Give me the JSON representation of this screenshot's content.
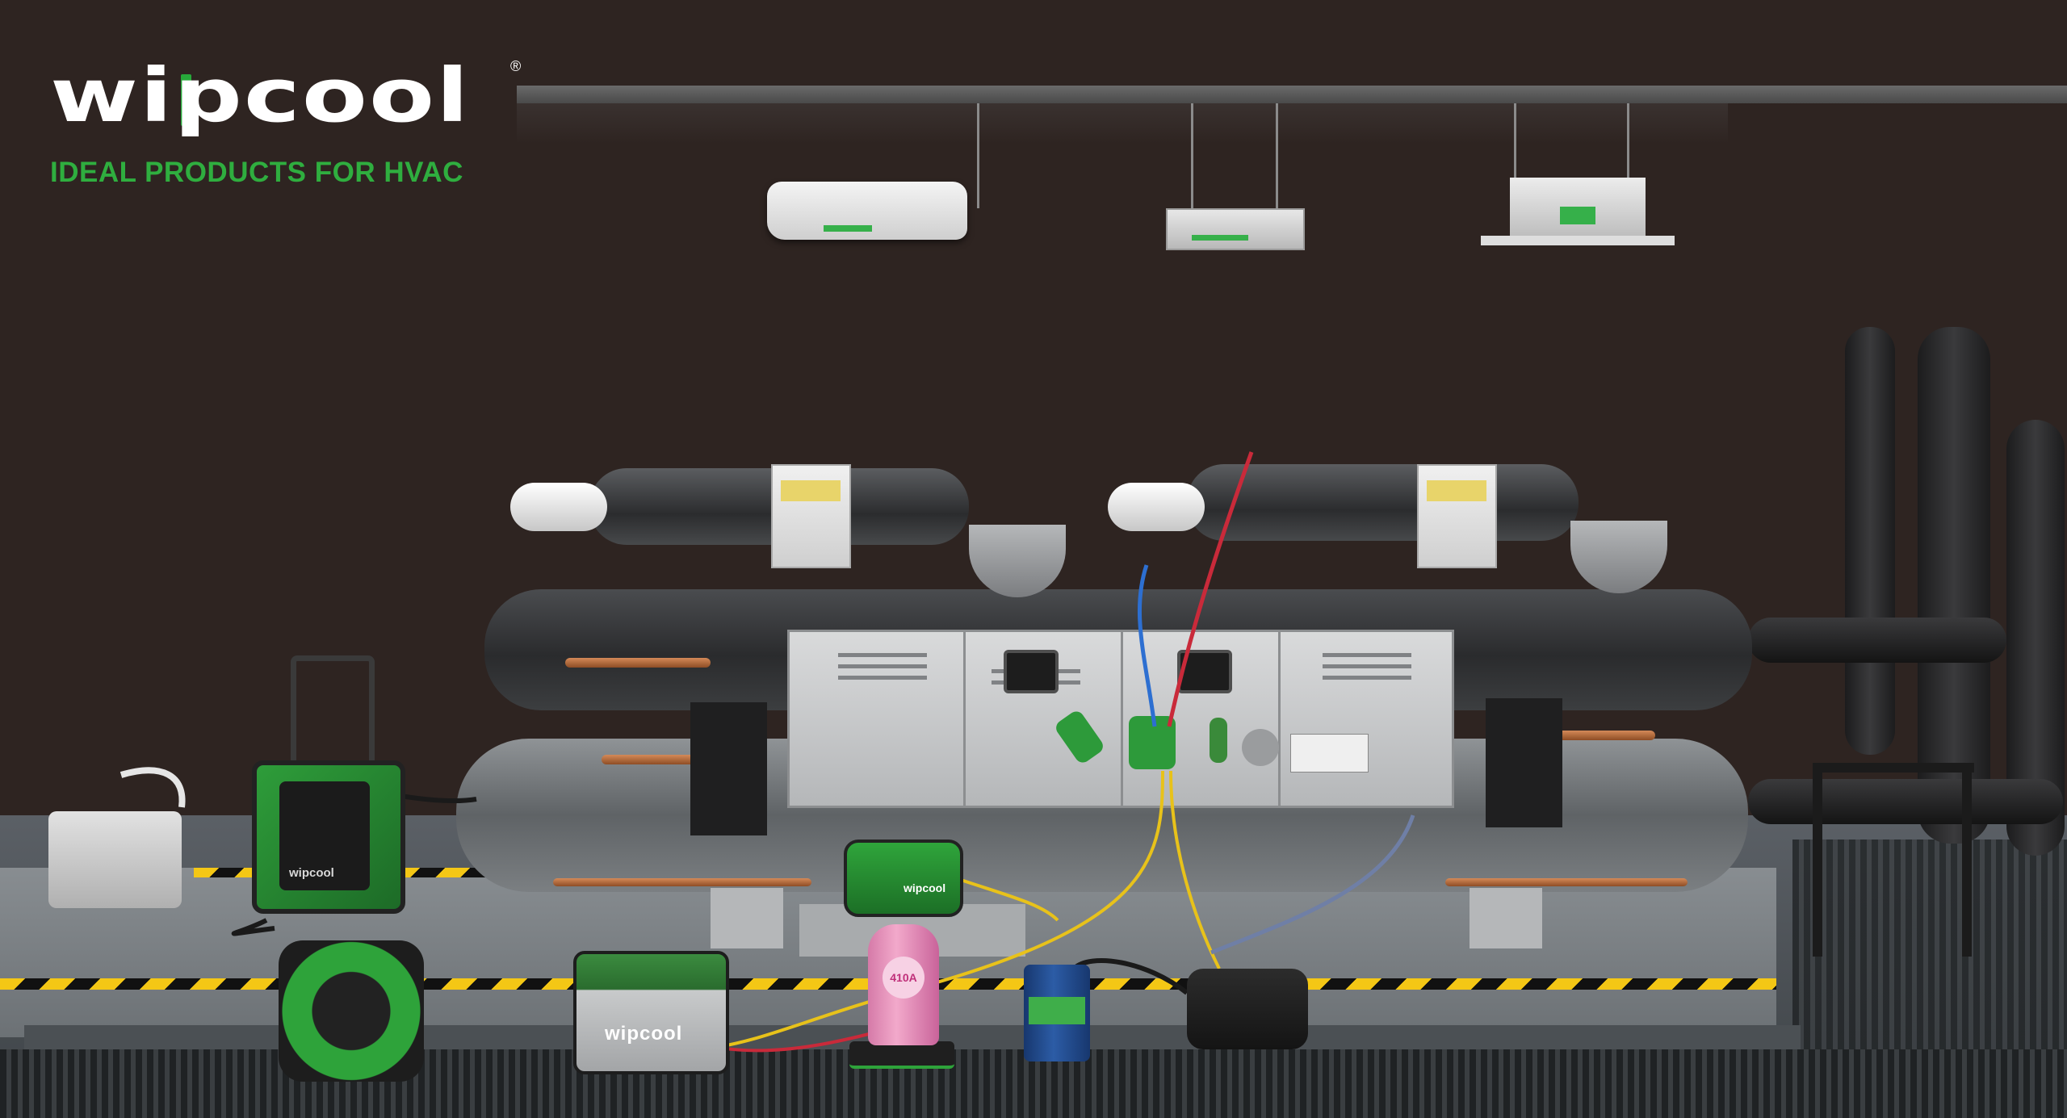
{
  "brand": {
    "logo_text": "wipcool",
    "registered_mark": "®",
    "tagline": "IDEAL PRODUCTS FOR HVAC"
  },
  "products": {
    "recovery_machine_label": "wipcool",
    "flush_unit_label": "wipcool",
    "vacuum_pump_label": "wipcool",
    "refrigerant_cylinder_label": "410A"
  },
  "colors": {
    "brand_green": "#27a83a",
    "background": "#2e2421",
    "hazard_yellow": "#f4c715"
  }
}
